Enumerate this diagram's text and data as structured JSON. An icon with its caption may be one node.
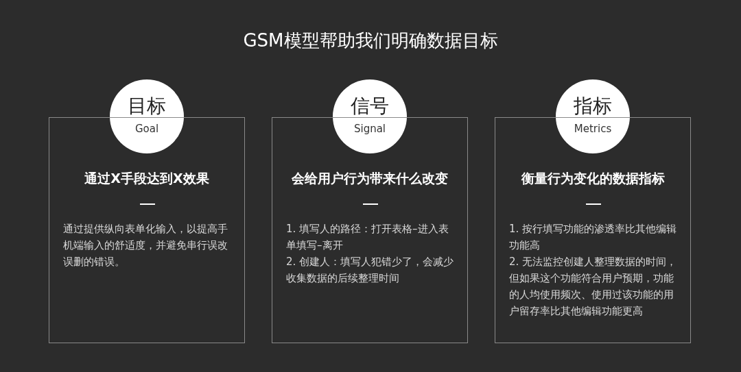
{
  "diagram": {
    "title": "GSM模型帮助我们明确数据目标",
    "nodes": [
      {
        "text": [
          "目标",
          "Goal"
        ]
      },
      {
        "text": [
          "通过X手段达到X效果",
          "通过提供纵向表单化输入，以提高手机端输入的舒适度，并避免串行误改误删的错误。"
        ]
      },
      {
        "text": [
          "信号",
          "Signal"
        ]
      },
      {
        "text": [
          "会给用户行为带来什么改变",
          "1. 填写人的路径：打开表格–进入表单填写–离开",
          "2. 创建人：填写人犯错少了，会减少收集数据的后续整理时间"
        ]
      },
      {
        "text": [
          "指标",
          "Metrics"
        ]
      },
      {
        "text": [
          "衡量行为变化的数据指标",
          "1. 按行填写功能的渗透率比其他编辑功能高",
          "2. 无法监控创建人整理数据的时间，但如果这个功能符合用户预期，功能的人均使用频次、使用过该功能的用户留存率比其他编辑功能更高"
        ]
      }
    ],
    "edges": []
  }
}
